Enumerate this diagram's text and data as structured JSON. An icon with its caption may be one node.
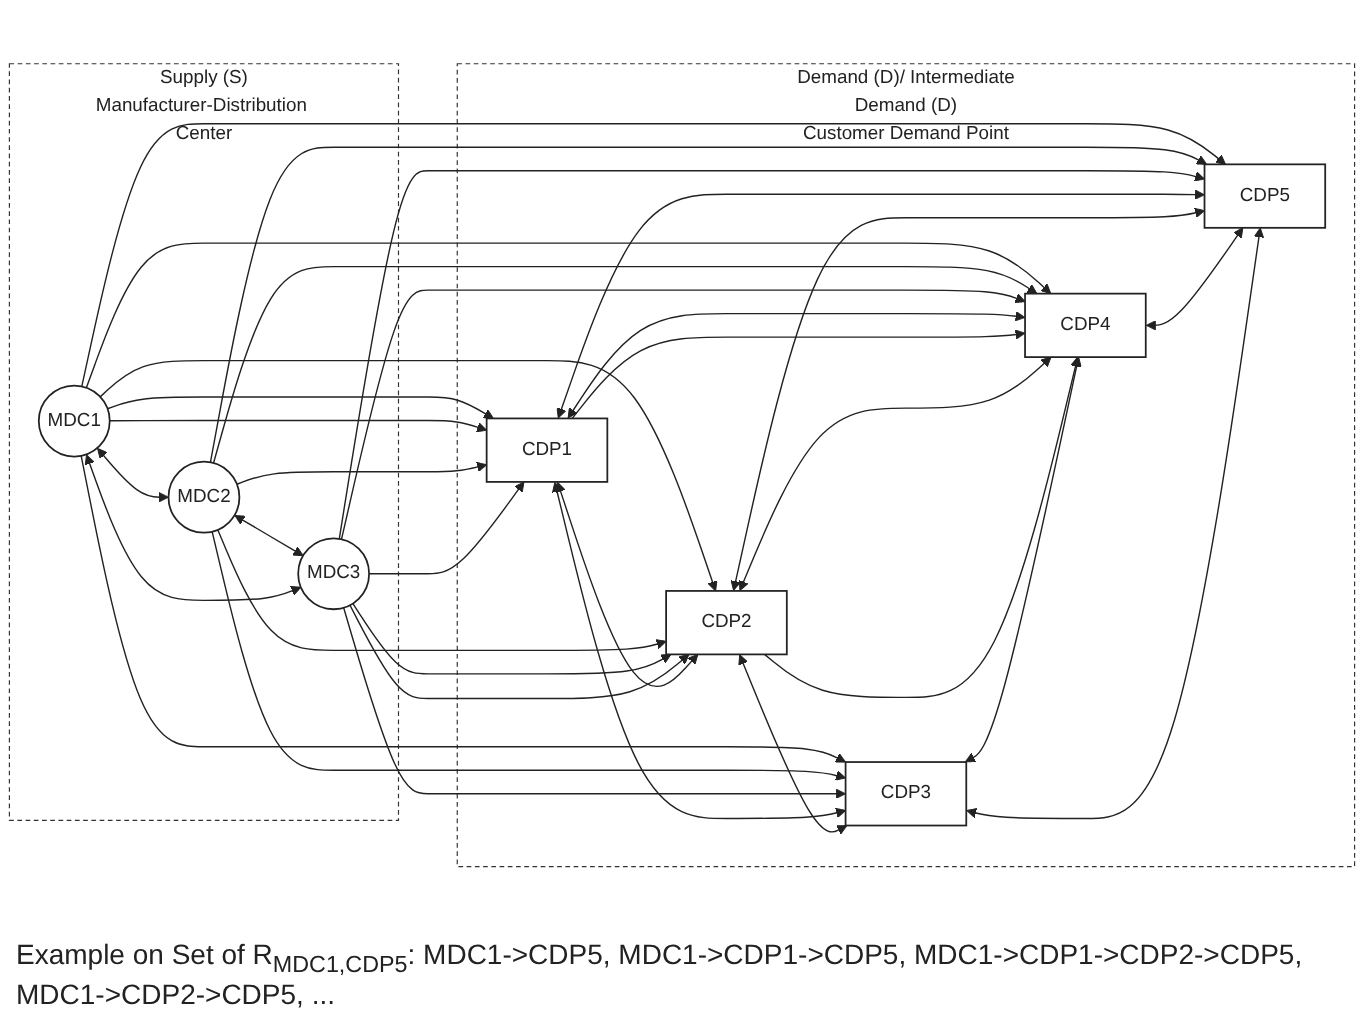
{
  "diagram": {
    "caption": "Example on Set of R$_{MDC1,CDP5}$: MDC1->CDP5, MDC1->CDP1->CDP5, MDC1->CDP1->CDP2->CDP5, MDC1->CDP2->CDP5, ...",
    "nodes": [
      {
        "text": [
          "Supply (S)",
          "Manufacturer-Distribution Center"
        ]
      },
      {
        "text": [
          "MDC1"
        ],
        "in": 0
      },
      {
        "text": [
          "MDC2"
        ],
        "in": 0
      },
      {
        "text": [
          "MDC3"
        ],
        "in": 0
      },
      {
        "text": [
          "Demand (D)/ Intermediate",
          "Demand (D)",
          "Customer Demand Point"
        ]
      },
      {
        "text": [
          "CDP1"
        ],
        "in": 4
      },
      {
        "text": [
          "CDP2"
        ],
        "in": 4
      },
      {
        "text": [
          "CDP3"
        ],
        "in": 4
      },
      {
        "text": [
          "CDP4"
        ],
        "in": 4
      },
      {
        "text": [
          "CDP5"
        ],
        "in": 4
      }
    ],
    "edges": [
      {
        "from": 1,
        "to": 2,
        "arrow": "both"
      },
      {
        "from": 2,
        "to": 3,
        "arrow": "both"
      },
      {
        "from": 1,
        "to": 3,
        "arrow": "both"
      },
      {
        "from": 1,
        "to": 7,
        "arrow": "to"
      },
      {
        "from": 1,
        "to": 5,
        "arrow": "to"
      },
      {
        "from": 1,
        "to": 5,
        "arrow": "to"
      },
      {
        "from": 1,
        "to": 6,
        "arrow": "to"
      },
      {
        "from": 1,
        "to": 8,
        "arrow": "to"
      },
      {
        "from": 1,
        "to": 9,
        "arrow": "to"
      },
      {
        "from": 2,
        "to": 7,
        "arrow": "to"
      },
      {
        "from": 2,
        "to": 5,
        "arrow": "to"
      },
      {
        "from": 2,
        "to": 8,
        "arrow": "to"
      },
      {
        "from": 2,
        "to": 6,
        "arrow": "to"
      },
      {
        "from": 2,
        "to": 9,
        "arrow": "to"
      },
      {
        "from": 3,
        "to": 7,
        "arrow": "to"
      },
      {
        "from": 3,
        "to": 5,
        "arrow": "to"
      },
      {
        "from": 3,
        "to": 6,
        "arrow": "to"
      },
      {
        "from": 3,
        "to": 6,
        "arrow": "to"
      },
      {
        "from": 3,
        "to": 8,
        "arrow": "to"
      },
      {
        "from": 3,
        "to": 9,
        "arrow": "to"
      },
      {
        "from": 5,
        "to": 6,
        "arrow": "both"
      },
      {
        "from": 5,
        "to": 7,
        "arrow": "both"
      },
      {
        "from": 5,
        "to": 8,
        "arrow": "both"
      },
      {
        "from": 5,
        "to": 8,
        "arrow": "to"
      },
      {
        "from": 5,
        "to": 9,
        "arrow": "both"
      },
      {
        "from": 6,
        "to": 7,
        "arrow": "both"
      },
      {
        "from": 6,
        "to": 8,
        "arrow": "both"
      },
      {
        "from": 6,
        "to": 8,
        "arrow": "to"
      },
      {
        "from": 6,
        "to": 9,
        "arrow": "both"
      },
      {
        "from": 7,
        "to": 8,
        "arrow": "both"
      },
      {
        "from": 8,
        "to": 9,
        "arrow": "both"
      },
      {
        "from": 7,
        "to": 9,
        "arrow": "both"
      }
    ]
  }
}
